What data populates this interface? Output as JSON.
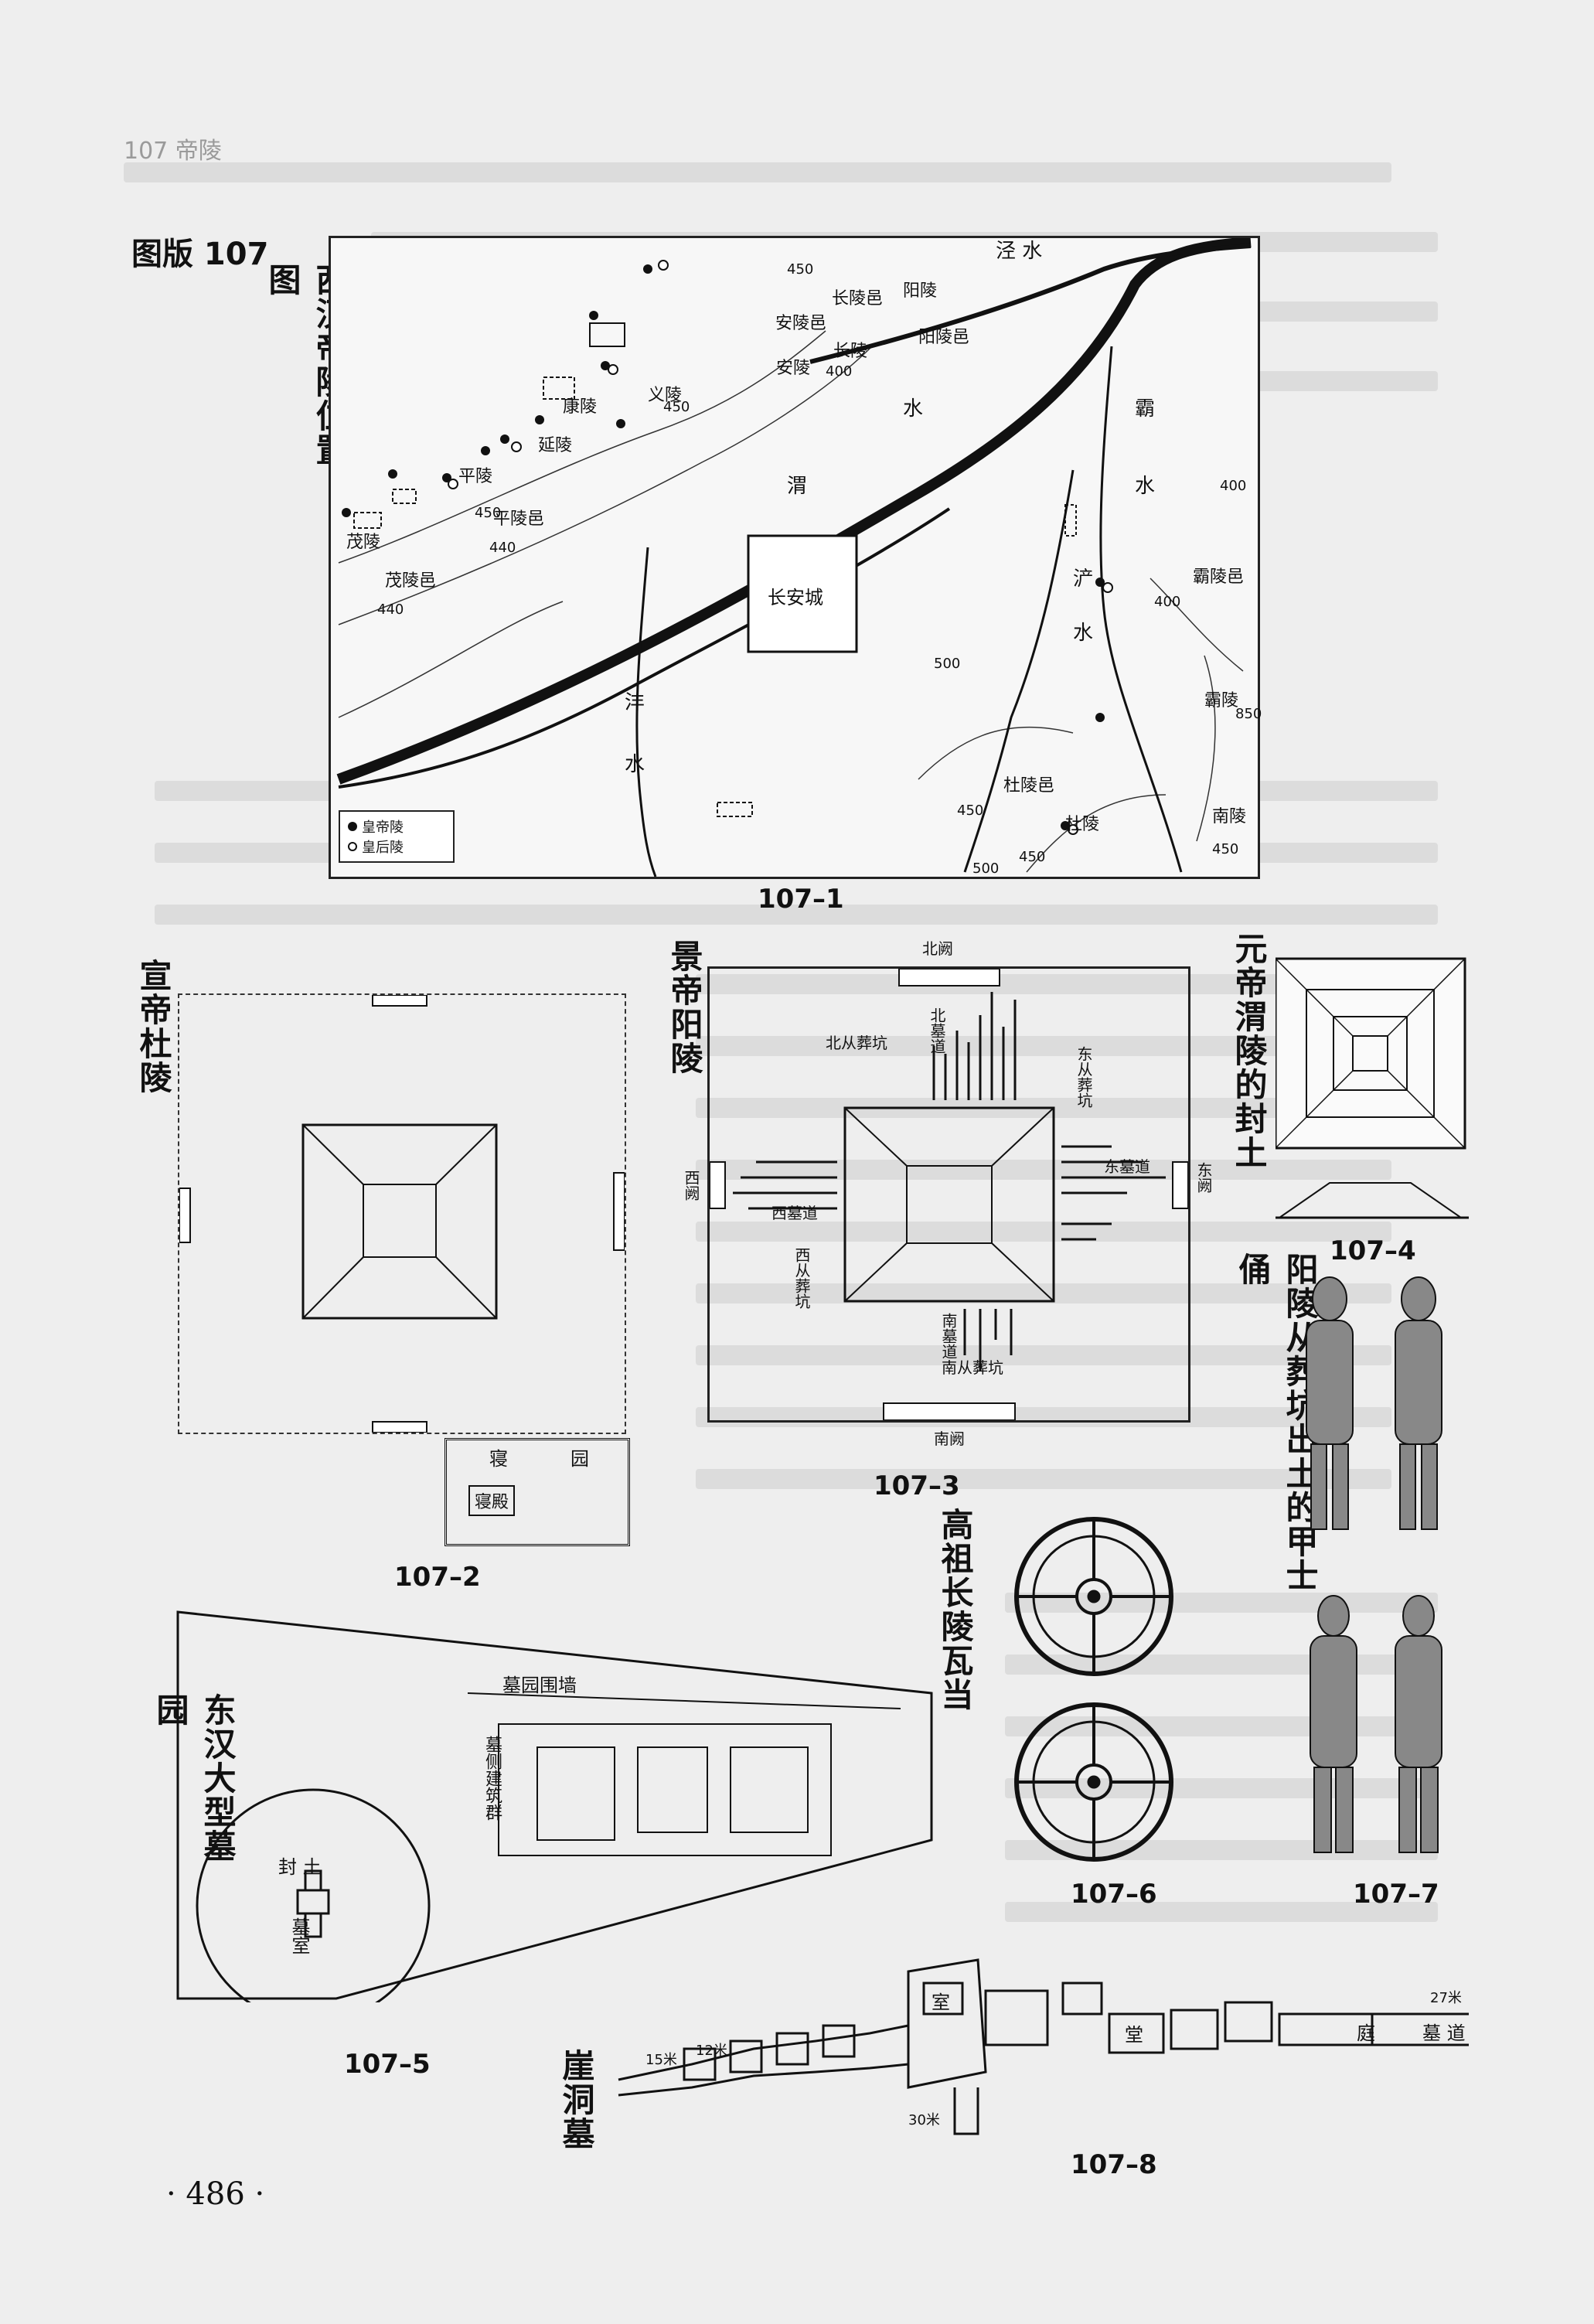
{
  "header": {
    "running_head": "107 帝陵"
  },
  "plate": {
    "title": "图版 107",
    "page_number": "· 486 ·"
  },
  "fig1": {
    "title": "西汉帝陵位置图",
    "caption": "107–1",
    "rivers": {
      "jing": "泾 水",
      "wei1": "水",
      "wei2": "渭",
      "ba": "霸",
      "ba_water": "水",
      "chan": "浐",
      "chan_water": "水",
      "feng": "沣",
      "feng_water": "水"
    },
    "sites": {
      "changling_yi": "长陵邑",
      "yangling": "阳陵",
      "yangling_yi": "阳陵邑",
      "anling_yi": "安陵邑",
      "anling": "安陵",
      "changling": "长陵",
      "yiling": "义陵",
      "kangling": "康陵",
      "yanling": "延陵",
      "pingling": "平陵",
      "pingling_yi": "平陵邑",
      "maoling": "茂陵",
      "maoling_yi": "茂陵邑",
      "changan": "长安城",
      "baling_yi": "霸陵邑",
      "baling": "霸陵",
      "nanling": "南陵",
      "duling_yi": "杜陵邑",
      "duling": "杜陵"
    },
    "contours": [
      "450",
      "450",
      "400",
      "450",
      "440",
      "440",
      "400",
      "400",
      "500",
      "450",
      "850",
      "450",
      "500",
      "450"
    ],
    "legend": {
      "emperor": "皇帝陵",
      "empress": "皇后陵"
    }
  },
  "fig2": {
    "title": "宣帝杜陵",
    "caption": "107–2",
    "labels": {
      "qin": "寝",
      "yuan": "园",
      "qindian": "寝殿"
    }
  },
  "fig3": {
    "title": "景帝阳陵",
    "caption": "107–3",
    "labels": {
      "north_gate": "北阙",
      "north_pits": "北从葬坑",
      "north_path": "北墓道",
      "east_pits": "东从葬坑",
      "west_gate": "西阙",
      "west_path": "西墓道",
      "east_path": "东墓道",
      "east_gate": "东阙",
      "west_pits": "西从葬坑",
      "south_path": "南墓道",
      "south_pits": "南从葬坑",
      "south_gate": "南阙"
    }
  },
  "fig4": {
    "title": "元帝渭陵的封土",
    "caption": "107–4"
  },
  "fig5": {
    "title": "东汉大型墓园",
    "caption": "107–5",
    "labels": {
      "wall": "墓园围墙",
      "buildings": "墓侧建筑群",
      "mound": "封 土",
      "chamber": "墓室"
    }
  },
  "fig6": {
    "title": "高祖长陵瓦当",
    "caption": "107–6"
  },
  "fig7": {
    "title": "阳陵从葬坑出土的甲士俑",
    "caption": "107–7"
  },
  "fig8": {
    "title": "崖洞墓",
    "caption": "107–8",
    "labels": {
      "d15": "15米",
      "d12": "12米",
      "d30": "30米",
      "d27": "27米",
      "shi": "室",
      "tang": "堂",
      "ting": "庭",
      "mudao": "墓 道"
    }
  }
}
